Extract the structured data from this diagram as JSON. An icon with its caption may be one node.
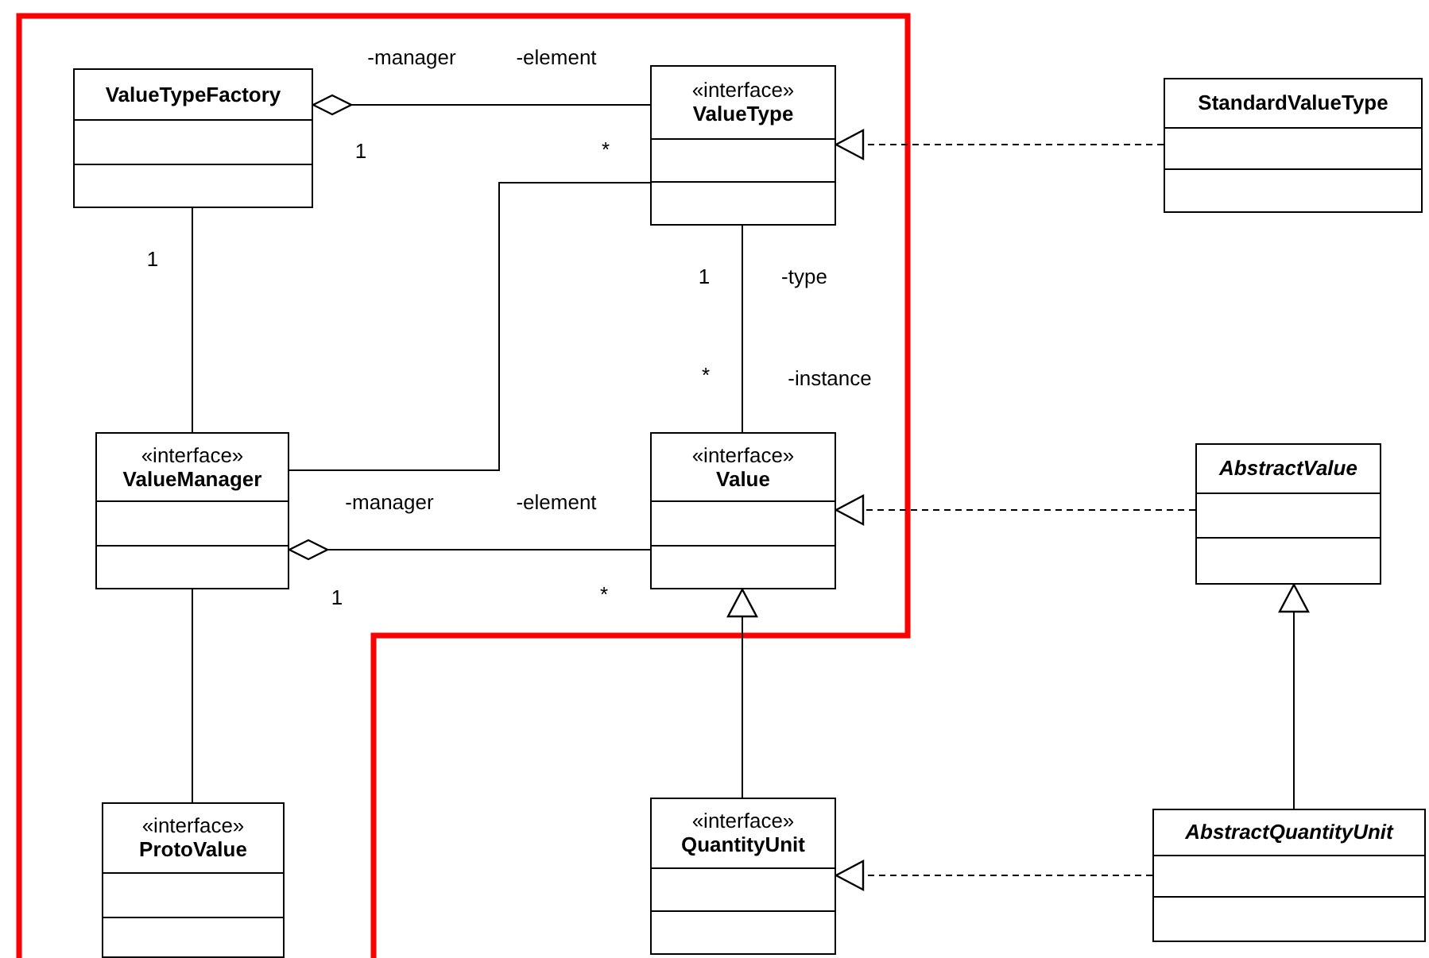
{
  "diagram": {
    "nodes": [
      {
        "text": [
          "ValueTypeFactory"
        ]
      },
      {
        "text": [
          "«interface»",
          "ValueType"
        ]
      },
      {
        "text": [
          "StandardValueType"
        ]
      },
      {
        "text": [
          "«interface»",
          "ValueManager"
        ]
      },
      {
        "text": [
          "«interface»",
          "Value"
        ]
      },
      {
        "text": [
          "AbstractValue"
        ]
      },
      {
        "text": [
          "«interface»",
          "ProtoValue"
        ]
      },
      {
        "text": [
          "«interface»",
          "QuantityUnit"
        ]
      },
      {
        "text": [
          "AbstractQuantityUnit"
        ]
      }
    ],
    "edges": [
      {
        "from": 0,
        "to": 1,
        "arrow": "other"
      },
      {
        "from": 0,
        "to": 3,
        "arrow": "none"
      },
      {
        "from": 1,
        "to": 3,
        "arrow": "none"
      },
      {
        "from": 1,
        "to": 4,
        "arrow": "none"
      },
      {
        "from": 3,
        "to": 4,
        "arrow": "other"
      },
      {
        "from": 2,
        "to": 1,
        "arrow": "to",
        "style": "dashed"
      },
      {
        "from": 5,
        "to": 4,
        "arrow": "to",
        "style": "dashed"
      },
      {
        "from": 3,
        "to": 6,
        "arrow": "none"
      },
      {
        "from": 7,
        "to": 4,
        "arrow": "to"
      },
      {
        "from": 8,
        "to": 5,
        "arrow": "to"
      },
      {
        "from": 8,
        "to": 7,
        "arrow": "to",
        "style": "dashed"
      }
    ],
    "labels": [
      "-manager",
      "-element",
      "1",
      "*",
      "1",
      "1",
      "-type",
      "*",
      "-instance",
      "-manager",
      "-element",
      "1",
      "*"
    ]
  }
}
